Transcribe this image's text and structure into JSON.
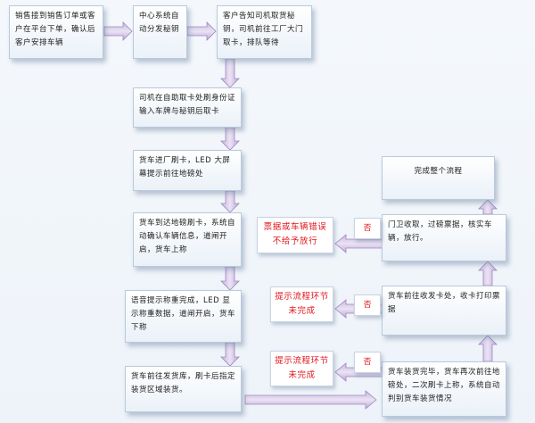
{
  "steps": {
    "s1": "销售接到销售订单或客户在平台下单，确认后客户安排车辆",
    "s2": "中心系统自动分发秘钥",
    "s3": "客户告知司机取货秘钥，司机前往工厂大门取卡，排队等待",
    "s4": "司机在自助取卡处刷身份证输入车牌与秘钥后取卡",
    "s5": "货车进厂刷卡，LED 大屏幕提示前往地磅处",
    "s6": "货车到达地磅刷卡，系统自动确认车辆信息，道闸开启，货车上称",
    "s7": "语音提示称重完成，LED 显示称重数据，道闸开启，货车下称",
    "s8": "货车前往发货库，刷卡后指定装货区域装货。",
    "s9": "货车装货完毕，货车再次前往地磅处，二次刷卡上称，系统自动判别货车装货情况",
    "s10": "货车前往收发卡处，收卡打印票据",
    "s11": "门卫收取，过磅票据，核实车辆，放行。",
    "s12": "完成整个流程"
  },
  "errors": {
    "e1": "票据或车辆错误不给予放行",
    "e2": "提示流程环节未完成",
    "e3": "提示流程环节未完成"
  },
  "no_label": "否"
}
